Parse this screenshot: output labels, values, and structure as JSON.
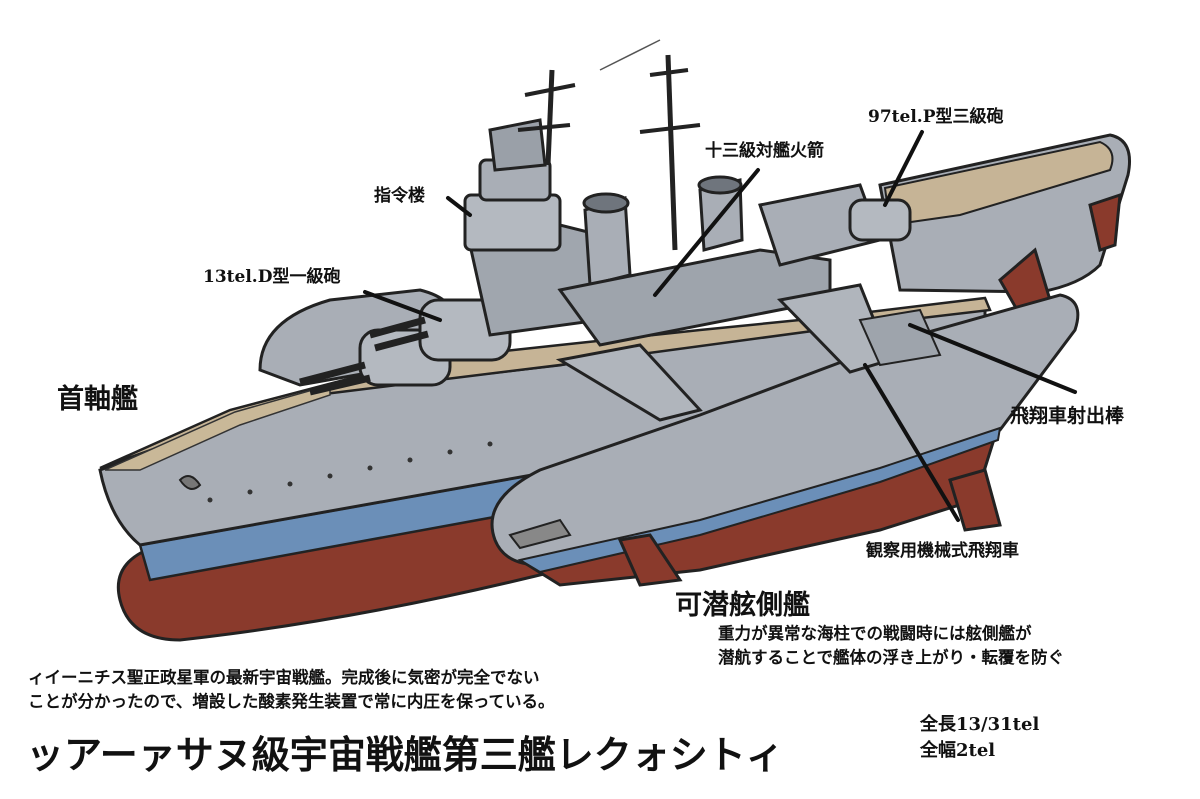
{
  "labels": {
    "command_tower": "指令楼",
    "main_gun": "13tel.D型一級砲",
    "anti_ship_rocket": "十三級対艦火箭",
    "tertiary_gun": "97tel.P型三級砲",
    "bow_ship": "首軸艦",
    "catapult": "飛翔車射出棒",
    "recon_aircraft": "観察用機械式飛翔車",
    "submersible_outrigger": "可潜舷側艦"
  },
  "notes": {
    "outrigger_line1": "重力が異常な海柱での戦闘時には舷側艦が",
    "outrigger_line2": "潜航することで艦体の浮き上がり・転覆を防ぐ",
    "desc_line1": "ィイーニチス聖正政星軍の最新宇宙戦艦。完成後に気密が完全でない",
    "desc_line2": "ことが分かったので、増設した酸素発生装置で常に内圧を保っている。"
  },
  "title": "ッアーァサヌ級宇宙戦艦第三艦レクォシトィ",
  "specs": {
    "length": "全長13/31tel",
    "width": "全幅2tel"
  },
  "colors": {
    "hull_grey": "#a9aeb6",
    "deck_tan": "#c6b496",
    "stripe_blue": "#6b8fb8",
    "hull_red": "#8a3a2c",
    "ink": "#111111"
  }
}
